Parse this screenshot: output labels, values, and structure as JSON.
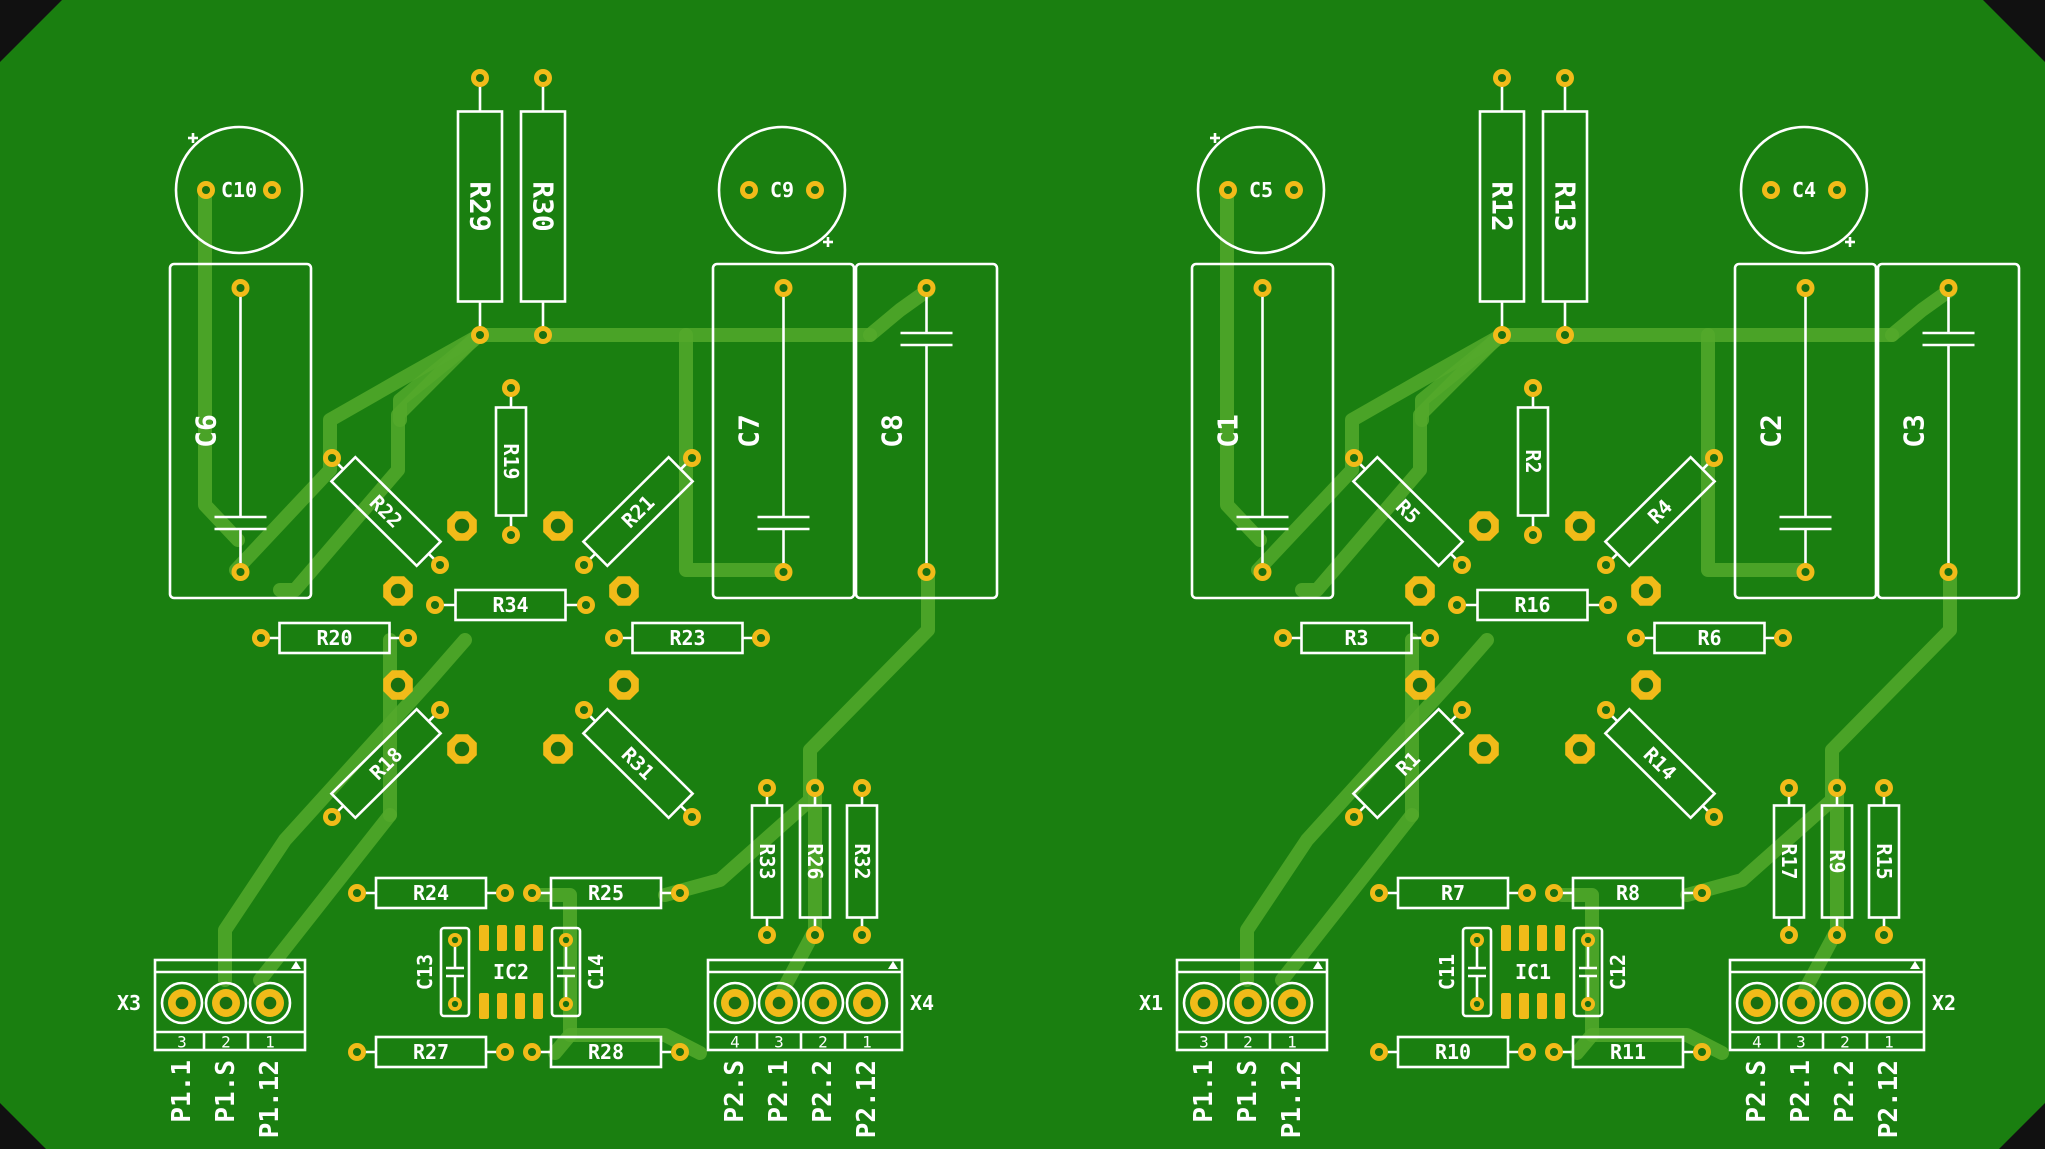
{
  "board": {
    "background": "#1a7f10",
    "corner_color": "#111111",
    "trace_color": "#54a92c",
    "pad_color": "#f1bb19",
    "silk_color": "#ffffff"
  },
  "channels": [
    {
      "id": "left",
      "resistors": {
        "R29": "R29",
        "R30": "R30",
        "R19": "R19",
        "R22": "R22",
        "R21": "R21",
        "R34": "R34",
        "R20": "R20",
        "R23": "R23",
        "R18": "R18",
        "R31": "R31",
        "R24": "R24",
        "R25": "R25",
        "R27": "R27",
        "R28": "R28",
        "R33": "R33",
        "R26": "R26",
        "R32": "R32"
      },
      "capacitors": {
        "C10": "C10",
        "C9": "C9",
        "C6": "C6",
        "C7": "C7",
        "C8": "C8",
        "C13": "C13",
        "C14": "C14"
      },
      "ic": "IC2",
      "conn_a": {
        "ref": "X3",
        "pins": [
          "3",
          "2",
          "1"
        ],
        "nets": [
          "P1.1",
          "P1.S",
          "P1.12"
        ]
      },
      "conn_b": {
        "ref": "X4",
        "pins": [
          "4",
          "3",
          "2",
          "1"
        ],
        "nets": [
          "P2.S",
          "P2.1",
          "P2.2",
          "P2.12"
        ]
      }
    },
    {
      "id": "right",
      "resistors": {
        "R29": "R12",
        "R30": "R13",
        "R19": "R2",
        "R22": "R5",
        "R21": "R4",
        "R34": "R16",
        "R20": "R3",
        "R23": "R6",
        "R18": "R1",
        "R31": "R14",
        "R24": "R7",
        "R25": "R8",
        "R27": "R10",
        "R28": "R11",
        "R33": "R17",
        "R26": "R9",
        "R32": "R15"
      },
      "capacitors": {
        "C10": "C5",
        "C9": "C4",
        "C6": "C1",
        "C7": "C2",
        "C8": "C3",
        "C13": "C11",
        "C14": "C12"
      },
      "ic": "IC1",
      "conn_a": {
        "ref": "X1",
        "pins": [
          "3",
          "2",
          "1"
        ],
        "nets": [
          "P1.1",
          "P1.S",
          "P1.12"
        ]
      },
      "conn_b": {
        "ref": "X2",
        "pins": [
          "4",
          "3",
          "2",
          "1"
        ],
        "nets": [
          "P2.S",
          "P2.1",
          "P2.2",
          "P2.12"
        ]
      }
    }
  ]
}
